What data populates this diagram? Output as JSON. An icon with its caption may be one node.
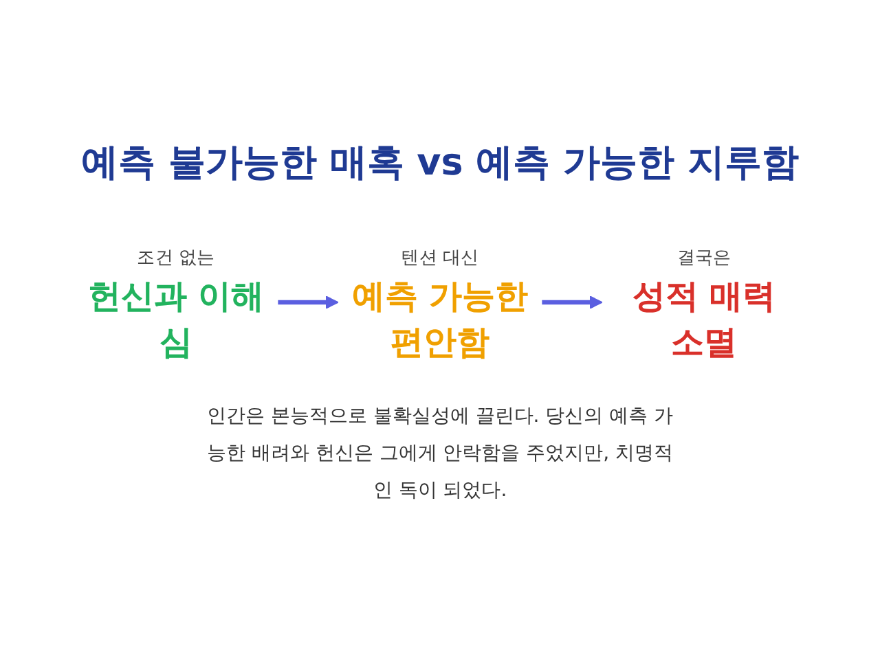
{
  "diagram": {
    "title": "예측 불가능한 매혹 vs 예측 가능한 지루함",
    "nodes": [
      {
        "text": [
          "조건 없는",
          "헌신과 이해심"
        ]
      },
      {
        "text": [
          "텐션 대신",
          "예측 가능한 편안함"
        ]
      },
      {
        "text": [
          "결국은",
          "성적 매력 소멸"
        ]
      }
    ],
    "edges": [
      {
        "from": 0,
        "to": 1,
        "arrow": "to"
      },
      {
        "from": 1,
        "to": 2,
        "arrow": "to"
      }
    ],
    "labels": [
      "인간은 본능적으로 불확실성에 끌린다. 당신의 예측 가능한 배려와 헌신은 그에게 안락함을 주었지만, 치명적인 독이 되었다."
    ]
  }
}
